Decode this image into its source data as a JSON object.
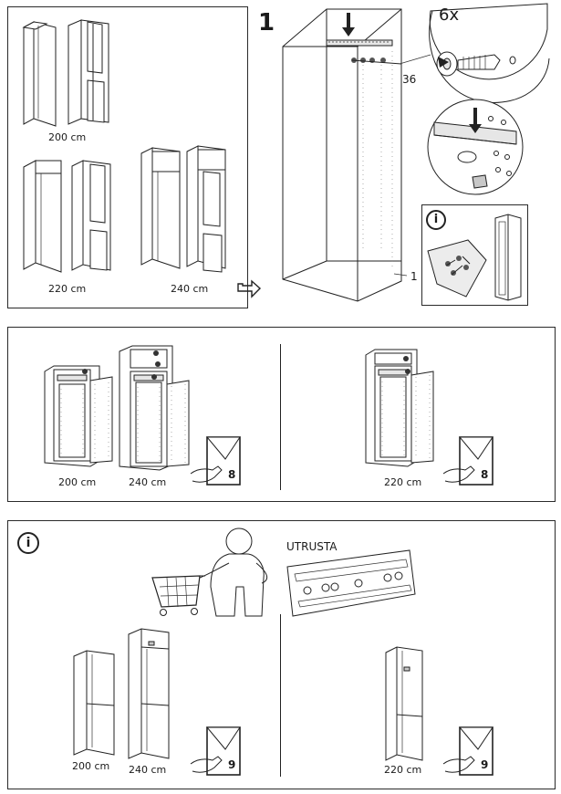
{
  "step": {
    "number": "1",
    "quantity": "6x",
    "part_36": "36",
    "part_1": "1"
  },
  "sizes": {
    "top_left_200": "200 cm",
    "top_left_220": "220 cm",
    "top_left_240": "240 cm",
    "mid_200": "200 cm",
    "mid_240": "240 cm",
    "mid_220": "220 cm",
    "bot_200": "200 cm",
    "bot_240": "240 cm",
    "bot_220": "220 cm"
  },
  "page_refs": {
    "mid_left": "8",
    "mid_right": "8",
    "bot_left": "9",
    "bot_right": "9"
  },
  "info_label": "i",
  "product_name": "UTRUSTA"
}
